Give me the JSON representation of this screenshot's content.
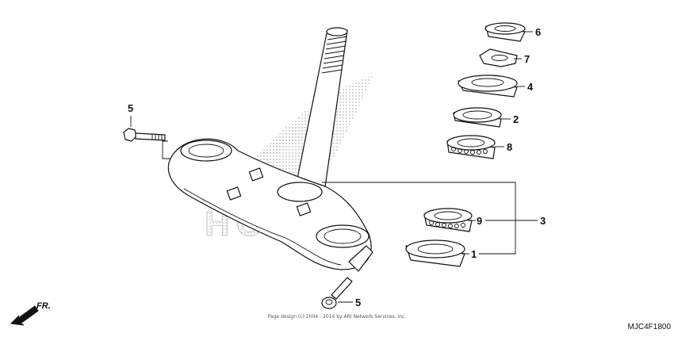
{
  "diagram": {
    "callouts": {
      "c1": "1",
      "c2": "2",
      "c3": "3",
      "c4": "4",
      "c5_top": "5",
      "c5_bottom": "5",
      "c6": "6",
      "c7": "7",
      "c8": "8",
      "c9": "9"
    },
    "watermark": "HONDA",
    "direction_label": "FR.",
    "copyright": "Page design (c) 2004 - 2014 by ARI Network Services, Inc.",
    "reference_code": "MJC4F1800"
  },
  "colors": {
    "line": "#111111",
    "watermark_dots": "#9a9a9a"
  }
}
